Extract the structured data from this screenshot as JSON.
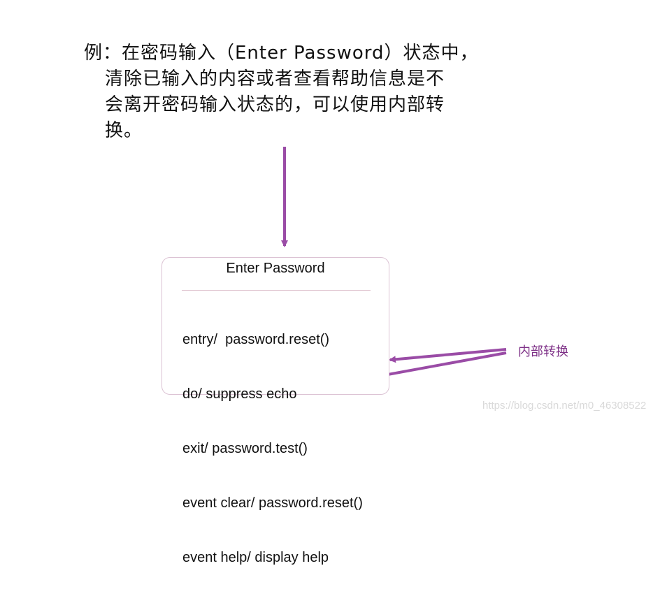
{
  "paragraph": {
    "lines": [
      "例：在密码输入（Enter Password）状态中，",
      "清除已输入的内容或者查看帮助信息是不",
      "会离开密码输入状态的，可以使用内部转",
      "换。"
    ]
  },
  "state": {
    "name": "Enter Password",
    "actions": [
      "entry/  password.reset()",
      "do/ suppress echo",
      "exit/ password.test()",
      "event clear/ password.reset()",
      "event help/ display help"
    ]
  },
  "annotation": {
    "label": "内部转换"
  },
  "watermark": "https://blog.csdn.net/m0_46308522",
  "colors": {
    "arrow": "#9a4ca6",
    "box_border": "#dcc3d4",
    "label": "#7d2f86"
  }
}
